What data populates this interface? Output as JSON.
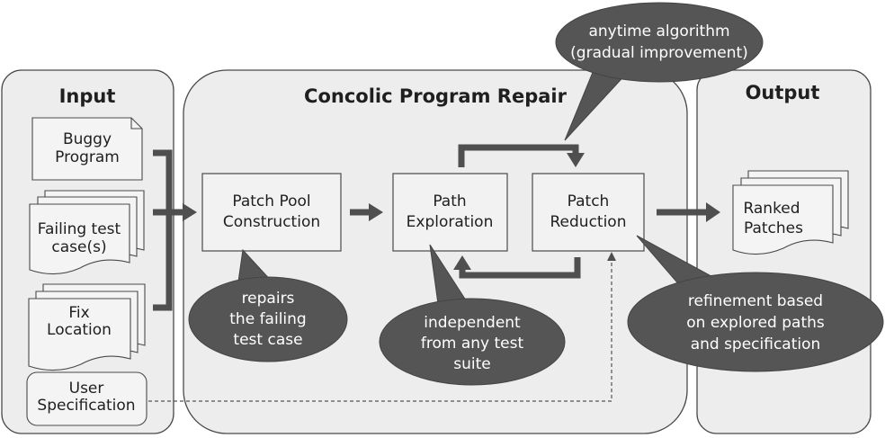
{
  "panels": {
    "input": {
      "title": "Input"
    },
    "repair": {
      "title": "Concolic Program Repair"
    },
    "output": {
      "title": "Output"
    }
  },
  "inputs": {
    "buggy_program": [
      "Buggy",
      "Program"
    ],
    "failing_tests": [
      "Failing test",
      "case(s)"
    ],
    "fix_location": [
      "Fix",
      "Location"
    ],
    "user_spec": [
      "User",
      "Specification"
    ]
  },
  "steps": {
    "patch_pool": [
      "Patch Pool",
      "Construction"
    ],
    "path_exploration": [
      "Path",
      "Exploration"
    ],
    "patch_reduction": [
      "Patch",
      "Reduction"
    ]
  },
  "output": {
    "ranked_patches": [
      "Ranked",
      "Patches"
    ]
  },
  "callouts": {
    "anytime": [
      "anytime algorithm",
      "(gradual improvement)"
    ],
    "repairs": [
      "repairs",
      "the failing",
      "test case"
    ],
    "independent": [
      "independent",
      "from any test",
      "suite"
    ],
    "refinement": [
      "refinement based",
      "on explored paths",
      "and specification"
    ]
  },
  "colors": {
    "panel_fill": "#ededed",
    "box_fill": "#f2f2f2",
    "bubble_fill": "#555555",
    "arrow": "#4f4f4f",
    "bubble_text": "#ffffff"
  }
}
